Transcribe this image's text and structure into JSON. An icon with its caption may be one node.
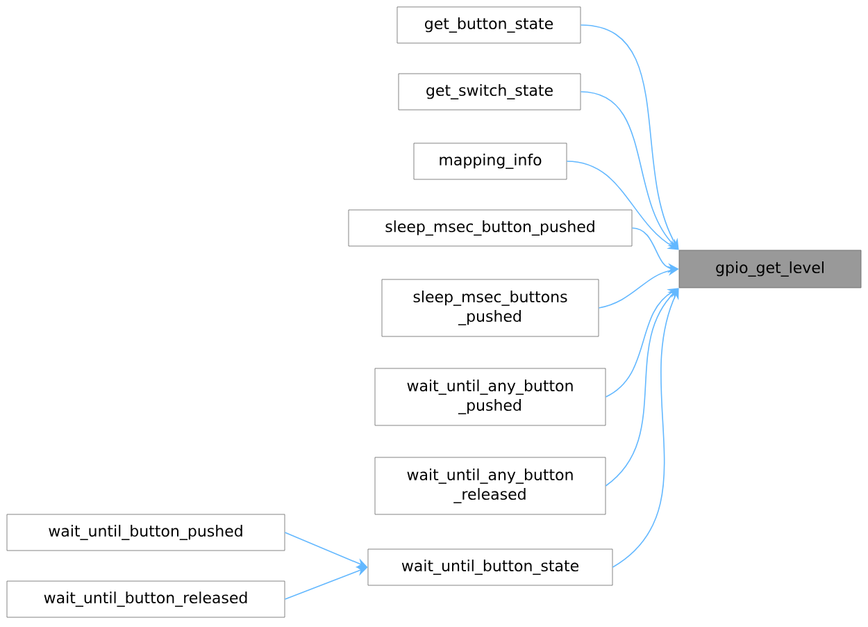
{
  "diagram": {
    "nodes": [
      {
        "text": [
          "gpio_get_level"
        ]
      },
      {
        "text": [
          "get_button_state"
        ]
      },
      {
        "text": [
          "get_switch_state"
        ]
      },
      {
        "text": [
          "mapping_info"
        ]
      },
      {
        "text": [
          "sleep_msec_button_pushed"
        ]
      },
      {
        "text": [
          "sleep_msec_buttons _pushed"
        ]
      },
      {
        "text": [
          "wait_until_any_button _pushed"
        ]
      },
      {
        "text": [
          "wait_until_any_button _released"
        ]
      },
      {
        "text": [
          "wait_until_button_state"
        ]
      },
      {
        "text": [
          "wait_until_button_pushed"
        ]
      },
      {
        "text": [
          "wait_until_button_released"
        ]
      }
    ],
    "edges": [
      {
        "from": 1,
        "to": 0,
        "arrow": "to"
      },
      {
        "from": 2,
        "to": 0,
        "arrow": "to"
      },
      {
        "from": 3,
        "to": 0,
        "arrow": "to"
      },
      {
        "from": 4,
        "to": 0,
        "arrow": "to"
      },
      {
        "from": 5,
        "to": 0,
        "arrow": "to"
      },
      {
        "from": 6,
        "to": 0,
        "arrow": "to"
      },
      {
        "from": 7,
        "to": 0,
        "arrow": "to"
      },
      {
        "from": 8,
        "to": 0,
        "arrow": "to"
      },
      {
        "from": 9,
        "to": 8,
        "arrow": "to"
      },
      {
        "from": 10,
        "to": 8,
        "arrow": "to"
      }
    ]
  }
}
